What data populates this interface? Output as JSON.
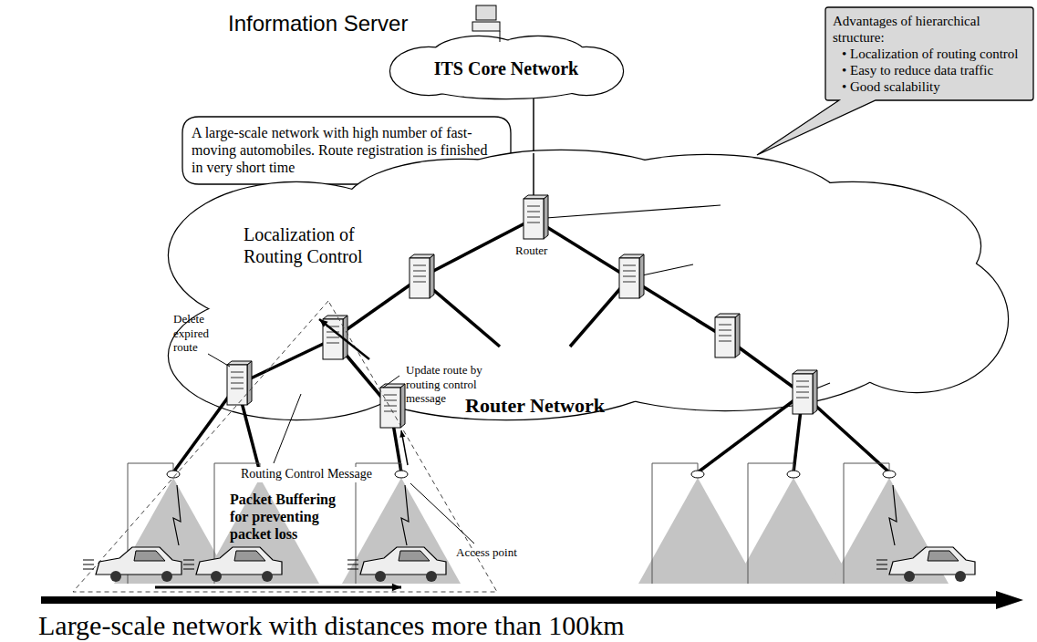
{
  "diagram": {
    "nodes": [
      {
        "text": [
          "ITS Core Network"
        ]
      },
      {
        "text": [
          "A large-scale network with high number of fast-moving automobiles. Route registration is finished in very short time"
        ]
      },
      {
        "text": [
          "Advantages of hierarchical structure:",
          "• Localization of routing control",
          "• Easy to reduce data traffic",
          "• Good scalability"
        ]
      },
      {
        "text": [
          "Localization of Routing Control",
          "Router Network"
        ]
      }
    ],
    "edges": [
      {
        "from": 0,
        "to": 3,
        "arrow": "none"
      }
    ],
    "labels": [
      "Information Server",
      "Router",
      "Delete expired route",
      "Update route by routing control message",
      "Routing Control Message",
      "Packet Buffering for preventing packet loss",
      "Access point",
      "Large-scale network with distances more than 100km"
    ]
  }
}
